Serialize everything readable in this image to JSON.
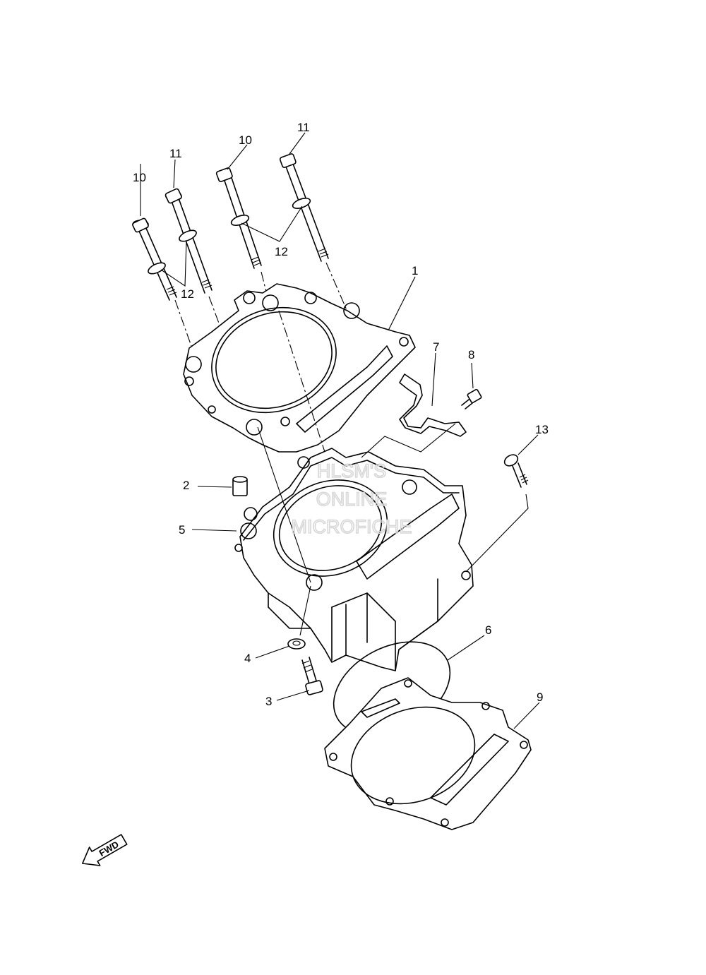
{
  "diagram": {
    "labels": {
      "part_1": "1",
      "part_2": "2",
      "part_3": "3",
      "part_4": "4",
      "part_5": "5",
      "part_6": "6",
      "part_7": "7",
      "part_8": "8",
      "part_9": "9",
      "part_10_left": "10",
      "part_10_right": "10",
      "part_11_left": "11",
      "part_11_right": "11",
      "part_12_left": "12",
      "part_12_right": "12",
      "part_13": "13"
    },
    "watermark": {
      "line1": "HLSM'S",
      "line2": "ONLINE",
      "line3": "MICROFICHE"
    },
    "fwd_label": "FWD"
  }
}
